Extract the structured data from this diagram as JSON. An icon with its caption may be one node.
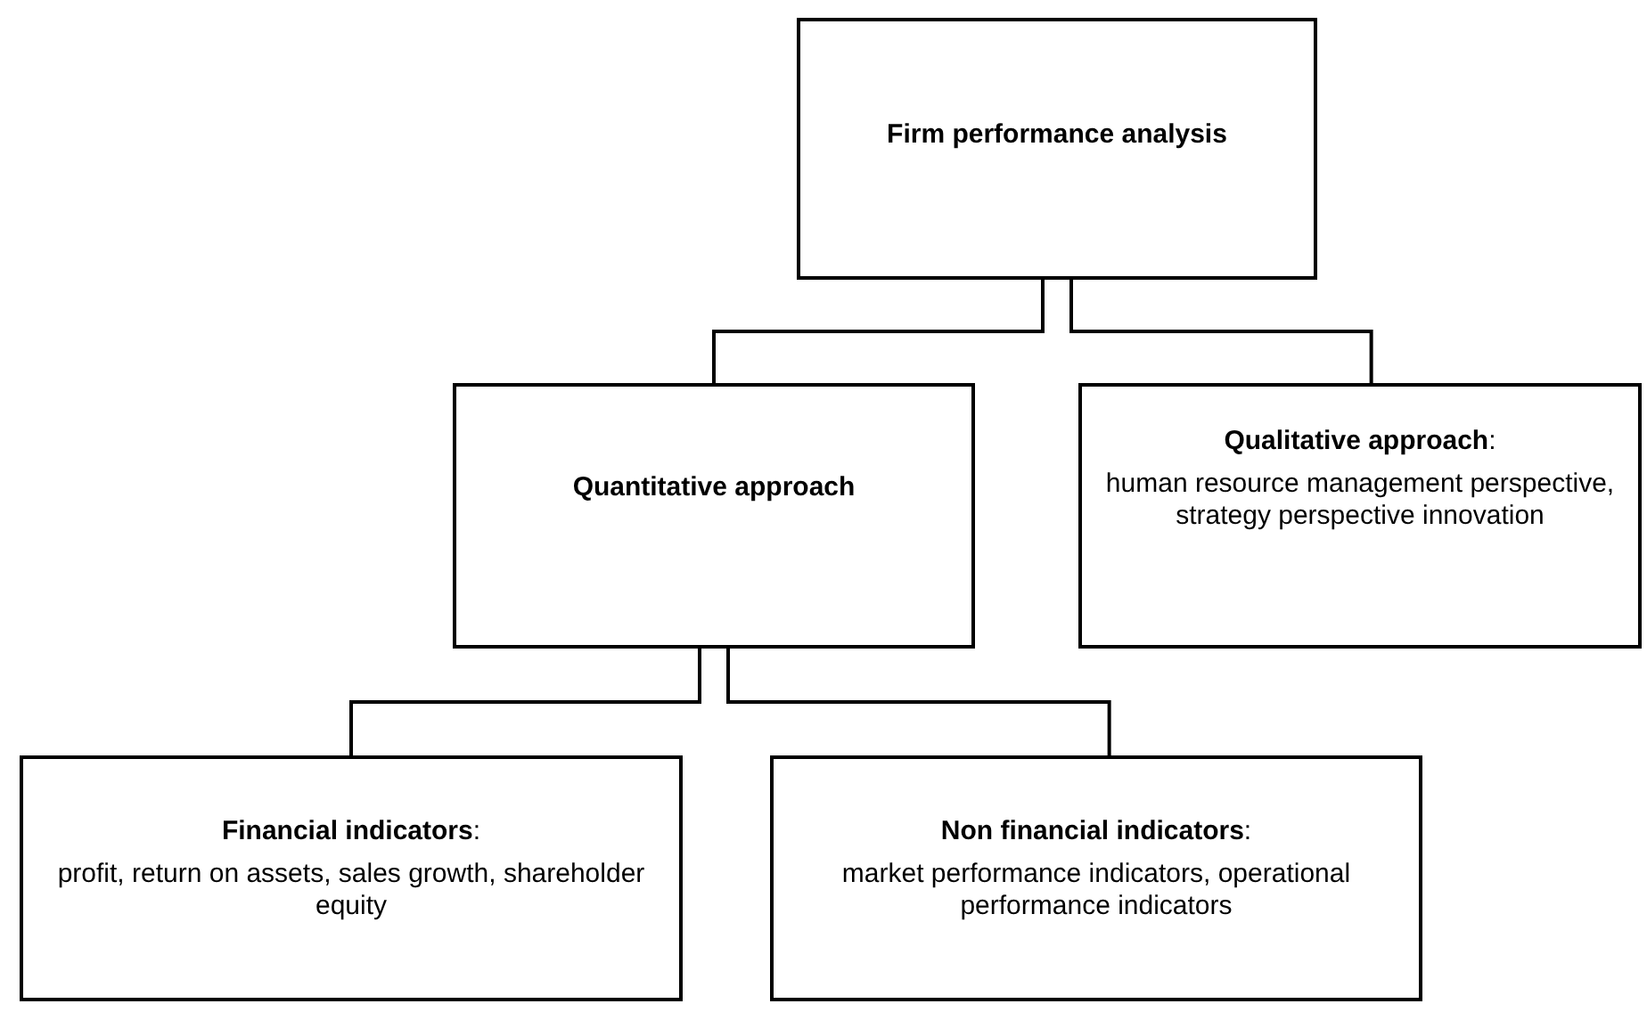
{
  "diagram": {
    "nodes": [
      {
        "text": [
          "Firm performance analysis"
        ]
      },
      {
        "text": [
          "Quantitative approach"
        ]
      },
      {
        "text": [
          "**Qualitative approach**:",
          "human resource management perspective, strategy perspective innovation"
        ]
      },
      {
        "text": [
          "**Financial indicators**:",
          "profit, return on assets, sales growth, shareholder equity"
        ]
      },
      {
        "text": [
          "**Non financial indicators**:",
          "market performance indicators, operational performance indicators"
        ]
      }
    ],
    "edges": [
      {
        "from": 0,
        "to": 1,
        "arrow": "none"
      },
      {
        "from": 0,
        "to": 2,
        "arrow": "none"
      },
      {
        "from": 1,
        "to": 3,
        "arrow": "none"
      },
      {
        "from": 1,
        "to": 4,
        "arrow": "none"
      }
    ]
  }
}
